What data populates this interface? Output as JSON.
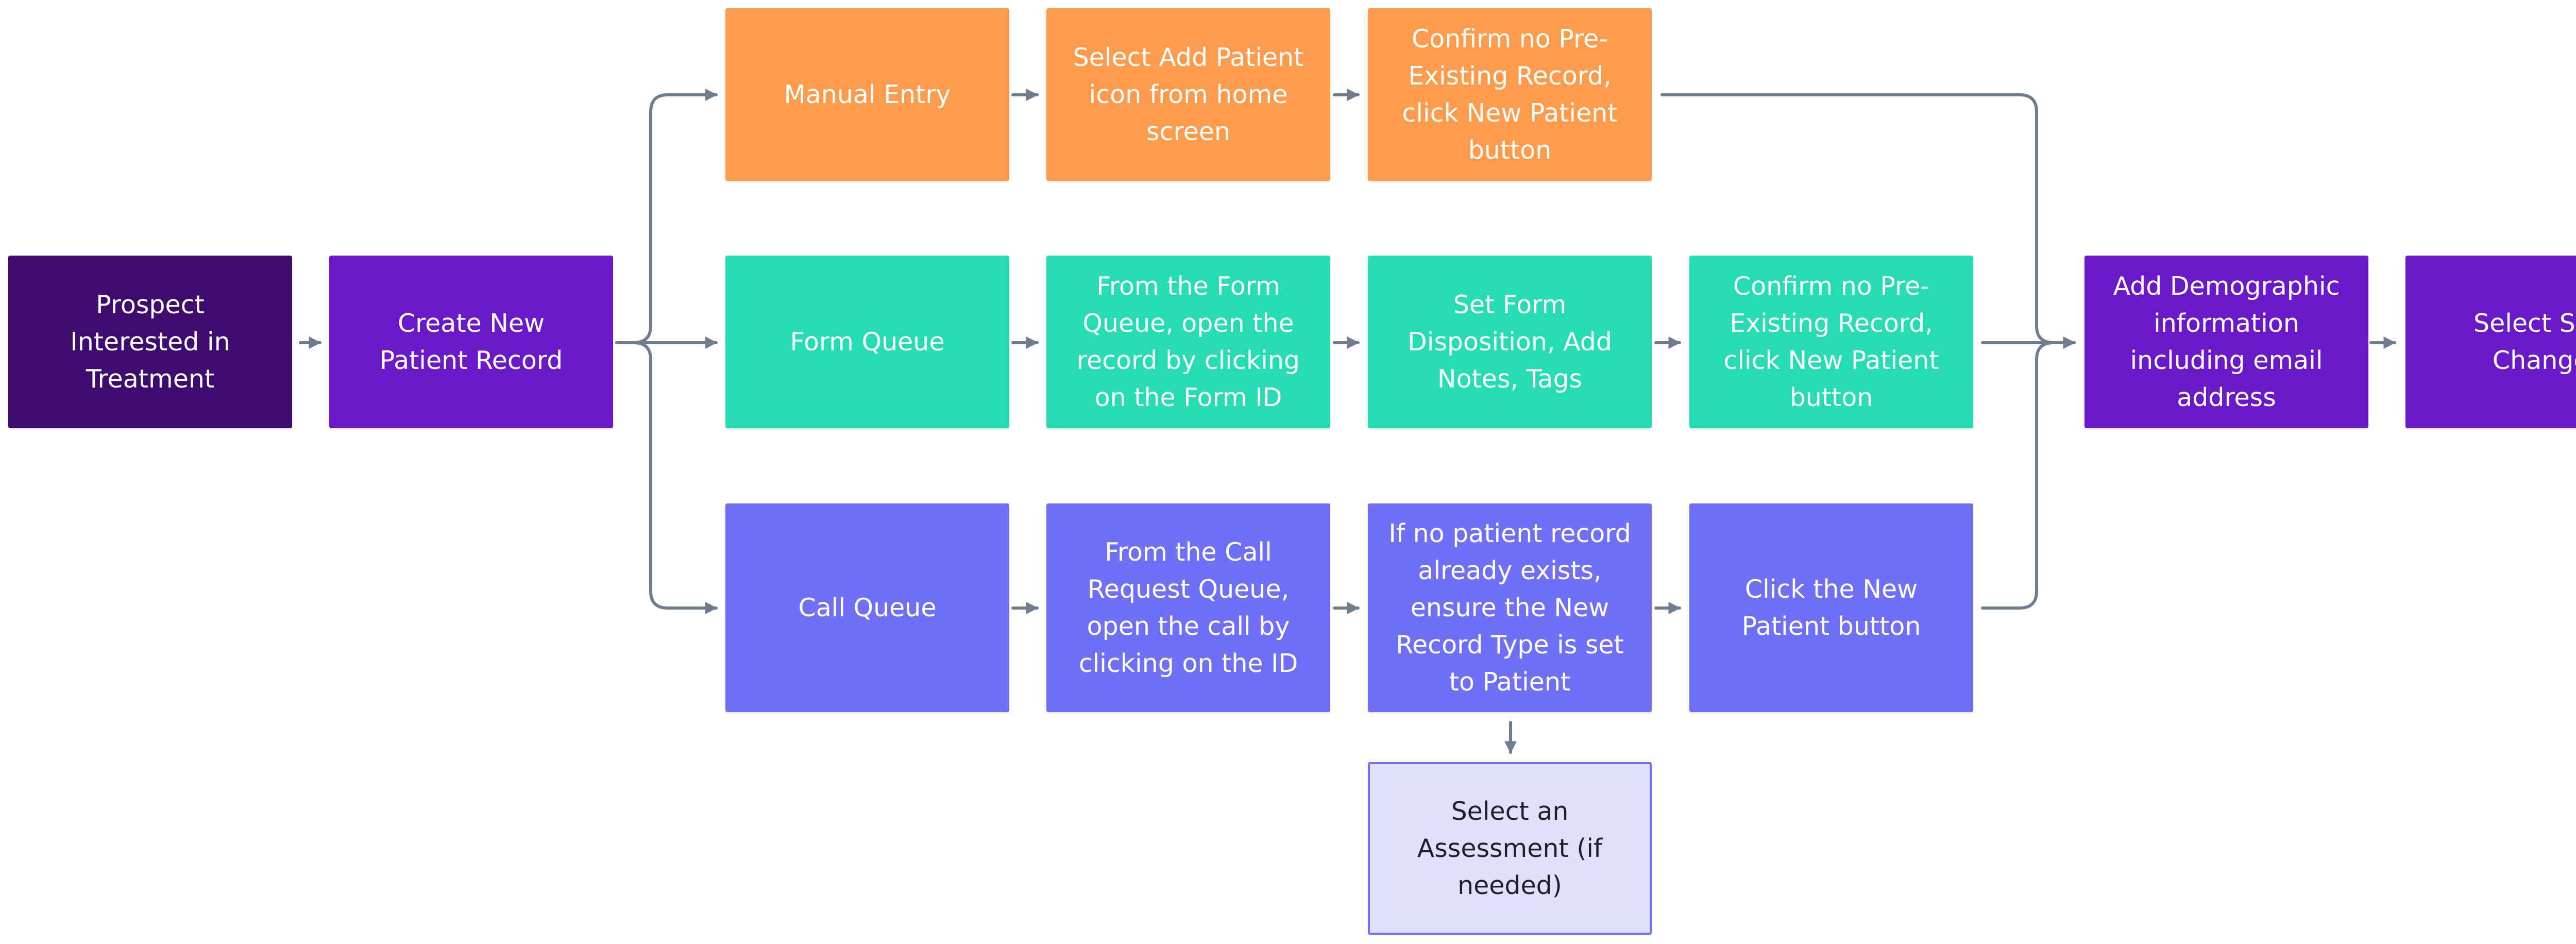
{
  "diagram": {
    "type": "flowchart",
    "colors": {
      "start": "#3e0b6e",
      "main": "#6a19c8",
      "manual_entry": "#ff9b4c",
      "form_queue": "#26dcb0",
      "call_queue": "#7070f6",
      "optional": "#e0e0fb",
      "connector": "#6f7e8f"
    },
    "nodes": {
      "prospect": "Prospect Interested in Treatment",
      "create_record": "Create New Patient Record",
      "manual_entry": "Manual Entry",
      "manual_select_add": "Select Add Patient icon from home screen",
      "manual_confirm": "Confirm no Pre-Existing Record, click New Patient button",
      "form_queue": "Form Queue",
      "form_open": "From the Form Queue, open the record by clicking on the Form ID",
      "form_disposition": "Set Form Disposition, Add Notes, Tags",
      "form_confirm": "Confirm no Pre-Existing Record, click New Patient button",
      "call_queue": "Call Queue",
      "call_open": "From the Call Request Queue, open the call by clicking on the ID",
      "call_record_type": "If no patient record already exists, ensure the New Record Type is set to Patient",
      "call_click_new": "Click the New Patient button",
      "call_assessment": "Select an Assessment (if needed)",
      "add_demographic": "Add Demographic information including email address",
      "save_changes": "Select Save Changes"
    }
  }
}
